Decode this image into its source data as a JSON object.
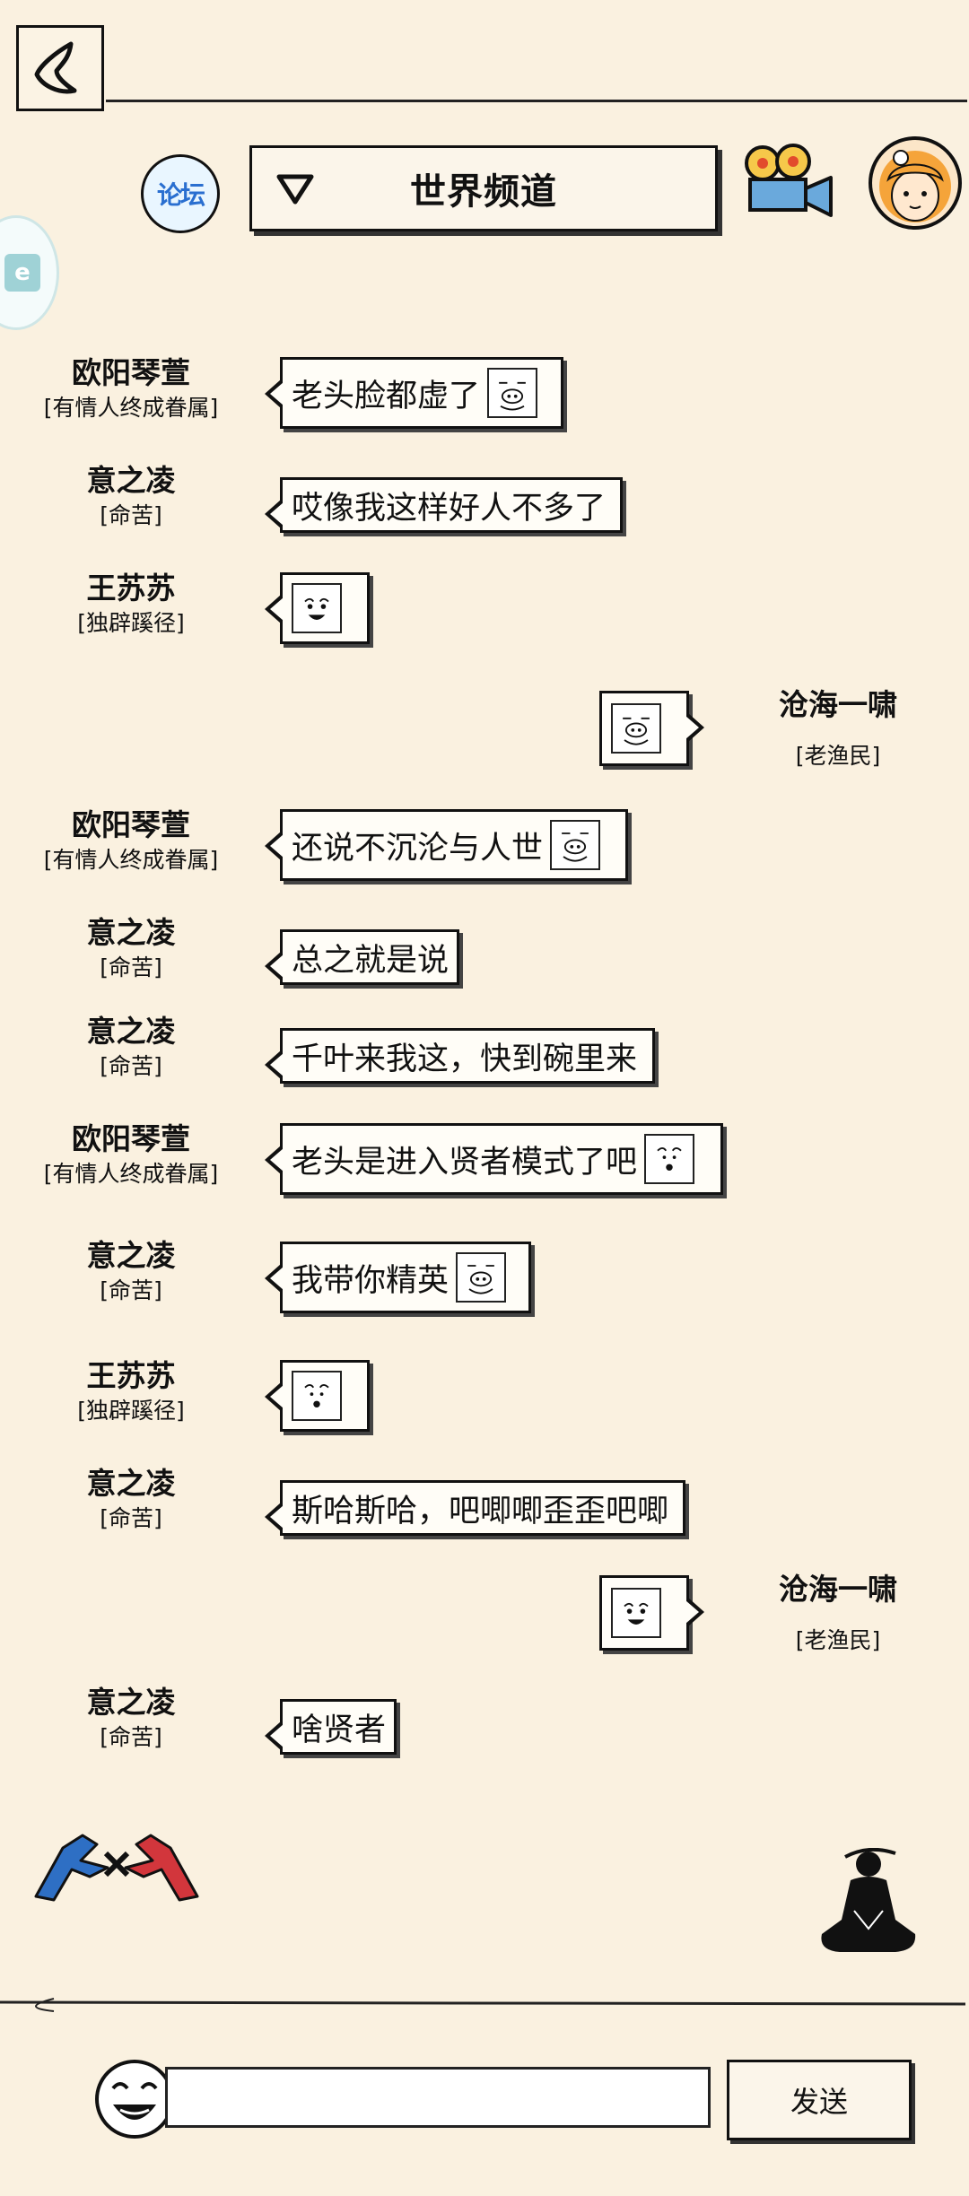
{
  "header": {
    "channel_title": "世界频道",
    "forum_label": "论坛",
    "colors": {
      "background": "#faf1e0",
      "bubble": "#fffdf7",
      "border": "#111111",
      "forum_text": "#2a6fd0"
    }
  },
  "messages": [
    {
      "side": "left",
      "name": "欧阳琴萱",
      "title": "[有情人终成眷属]",
      "text": "老头脸都虚了",
      "emoji": "pig-face"
    },
    {
      "side": "left",
      "name": "意之凌",
      "title": "[命苦]",
      "text": "哎像我这样好人不多了",
      "emoji": ""
    },
    {
      "side": "left",
      "name": "王苏苏",
      "title": "[独辟蹊径]",
      "text": "",
      "emoji": "laughing-face"
    },
    {
      "side": "right",
      "name": "沧海一啸",
      "title": "[老渔民]",
      "text": "",
      "emoji": "pig-face"
    },
    {
      "side": "left",
      "name": "欧阳琴萱",
      "title": "[有情人终成眷属]",
      "text": "还说不沉沦与人世",
      "emoji": "pig-face"
    },
    {
      "side": "left",
      "name": "意之凌",
      "title": "[命苦]",
      "text": "总之就是说",
      "emoji": ""
    },
    {
      "side": "left",
      "name": "意之凌",
      "title": "[命苦]",
      "text": "千叶来我这，快到碗里来",
      "emoji": ""
    },
    {
      "side": "left",
      "name": "欧阳琴萱",
      "title": "[有情人终成眷属]",
      "text": "老头是进入贤者模式了吧",
      "emoji": "kiss-face"
    },
    {
      "side": "left",
      "name": "意之凌",
      "title": "[命苦]",
      "text": "我带你精英",
      "emoji": "pig-face"
    },
    {
      "side": "left",
      "name": "王苏苏",
      "title": "[独辟蹊径]",
      "text": "",
      "emoji": "kiss-face"
    },
    {
      "side": "left",
      "name": "意之凌",
      "title": "[命苦]",
      "text": "斯哈斯哈，吧唧唧歪歪吧唧",
      "emoji": ""
    },
    {
      "side": "right",
      "name": "沧海一啸",
      "title": "[老渔民]",
      "text": "",
      "emoji": "laughing-face"
    },
    {
      "side": "left",
      "name": "意之凌",
      "title": "[命苦]",
      "text": "啥贤者",
      "emoji": ""
    }
  ],
  "composer": {
    "input_value": "",
    "send_label": "发送",
    "emoji_button_icon": "laughing-face-icon"
  },
  "icons": {
    "back": "back-arrow-icon",
    "forum": "forum-icon",
    "dropdown": "dropdown-triangle-icon",
    "camera": "movie-camera-icon",
    "avatar": "avatar-girl-icon",
    "pk": "pk-versus-icon",
    "meditate": "meditation-silhouette-icon"
  }
}
